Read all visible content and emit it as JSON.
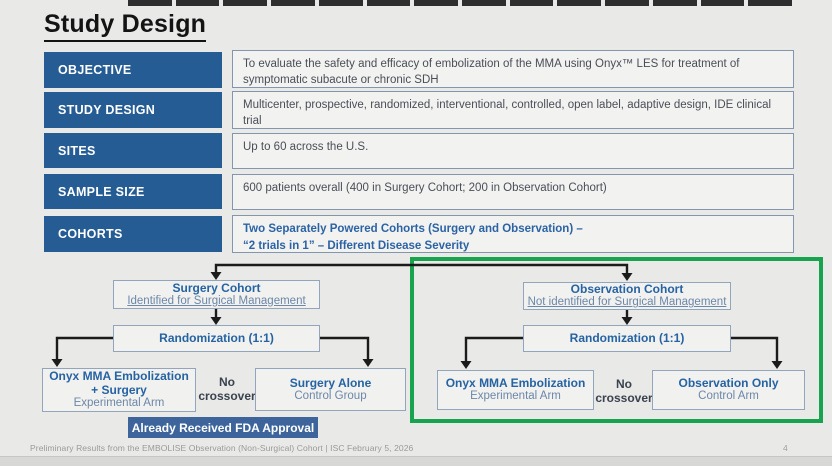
{
  "slide": {
    "title": "Study Design",
    "footer": "Preliminary Results from the EMBOLISE Observation (Non-Surgical) Cohort  |  ISC February 5, 2026",
    "page_number": "4"
  },
  "table": {
    "rows": [
      {
        "label": "OBJECTIVE",
        "value": "To evaluate the safety and efficacy of embolization of the MMA using Onyx™ LES for treatment of symptomatic subacute or chronic SDH"
      },
      {
        "label": "STUDY DESIGN",
        "value": "Multicenter, prospective, randomized, interventional, controlled, open label, adaptive design, IDE clinical trial"
      },
      {
        "label": "SITES",
        "value": "Up to 60 across the U.S."
      },
      {
        "label": "SAMPLE SIZE",
        "value": "600 patients overall (400 in Surgery Cohort; 200 in Observation Cohort)"
      },
      {
        "label": "COHORTS",
        "value_line1": "Two Separately Powered Cohorts (Surgery and Observation) –",
        "value_line2": "“2 trials in 1” – Different Disease Severity"
      }
    ]
  },
  "flowchart": {
    "surgery": {
      "cohort_title": "Surgery Cohort",
      "cohort_subtitle": "Identified for Surgical Management",
      "randomization": "Randomization (1:1)",
      "experimental_line1": "Onyx MMA Embolization",
      "experimental_line2": "+ Surgery",
      "experimental_line3": "Experimental Arm",
      "no_crossover_line1": "No",
      "no_crossover_line2": "crossover",
      "control_line1": "Surgery Alone",
      "control_line2": "Control Group"
    },
    "observation": {
      "cohort_title": "Observation Cohort",
      "cohort_subtitle": "Not identified for Surgical Management",
      "randomization": "Randomization (1:1)",
      "experimental_line1": "Onyx MMA Embolization",
      "experimental_line2": "Experimental Arm",
      "no_crossover_line1": "No",
      "no_crossover_line2": "crossover",
      "control_line1": "Observation Only",
      "control_line2": "Control Arm"
    },
    "fda_banner": "Already Received FDA Approval"
  },
  "colors": {
    "label_box_blue": "#255c94",
    "fda_banner_blue": "#3d659c",
    "flow_text_blue": "#2563a3",
    "highlight_green": "#18a44f",
    "slide_background": "#e9e9e7"
  }
}
